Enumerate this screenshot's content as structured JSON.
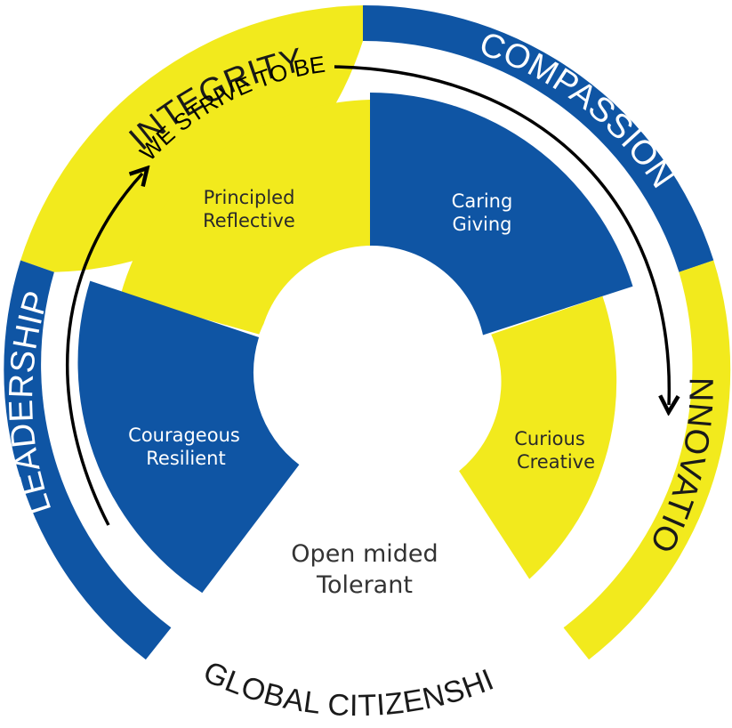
{
  "colors": {
    "blue": "#0f55a4",
    "yellow": "#f2ea1d",
    "label_on_blue": "#ffffff",
    "label_on_yellow": "#2a2a2a",
    "outer_text": "#1a1a1a",
    "arrow": "#000000"
  },
  "outer_ring": {
    "integrity": "INTEGRITY",
    "compassion": "COMPASSION",
    "leadership": "LEADERSHIP",
    "innovation": "INNOVATION",
    "global_citizenship": "GLOBAL CITIZENSHIP"
  },
  "slogan": "WE STRIVE TO BE",
  "segments": [
    {
      "line1": "Principled",
      "line2": "Reflective",
      "color": "yellow"
    },
    {
      "line1": "Caring",
      "line2": "Giving",
      "color": "blue"
    },
    {
      "line1": "Curious",
      "line2": "Creative",
      "color": "yellow"
    },
    {
      "line1": "Courageous",
      "line2": "Resilient",
      "color": "blue"
    }
  ],
  "center": {
    "line1": "Open mided",
    "line2": "Tolerant"
  }
}
